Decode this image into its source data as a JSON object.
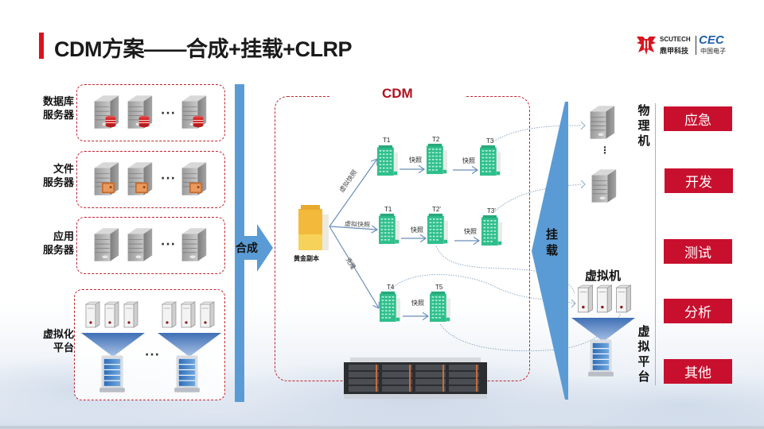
{
  "title": "CDM方案——合成+挂载+CLRP",
  "logo": {
    "brand_en": "SCUTECH",
    "brand_cn": "鼎甲科技",
    "partner_en": "CEC",
    "partner_cn": "中国电子"
  },
  "sources": {
    "groups": [
      {
        "label_line1": "数据库",
        "label_line2": "服务器",
        "icon": "database-server-icon",
        "ellipsis": "···"
      },
      {
        "label_line1": "文件",
        "label_line2": "服务器",
        "icon": "file-server-icon",
        "ellipsis": "···"
      },
      {
        "label_line1": "应用",
        "label_line2": "服务器",
        "icon": "application-server-icon",
        "ellipsis": "···"
      },
      {
        "label_line1": "虚拟化",
        "label_line2": "平台",
        "icon": "virtualization-host-icon",
        "ellipsis": "···"
      }
    ]
  },
  "synthesis": {
    "label": "合成"
  },
  "cdm": {
    "title": "CDM",
    "golden_copy_label": "黄金副本",
    "branches": [
      {
        "edge_label": "虚拟快照",
        "nodes": [
          "T1",
          "T2",
          "T3"
        ],
        "snap_labels": [
          "快照",
          "快照"
        ]
      },
      {
        "edge_label": "虚拟快照",
        "nodes": [
          "T1",
          "T2'",
          "T3'"
        ],
        "snap_labels": [
          "快照",
          "快照"
        ]
      },
      {
        "edge_label": "克隆",
        "nodes": [
          "T4",
          "T5"
        ],
        "snap_labels": [
          "快照"
        ]
      }
    ],
    "appliance_icon": "storage-appliance-icon"
  },
  "mount": {
    "label_line1": "挂",
    "label_line2": "载",
    "physical_label": [
      "物",
      "理",
      "机"
    ],
    "vm_label": "虚拟机",
    "virtual_platform_label": [
      "虚",
      "拟",
      "平",
      "台"
    ],
    "ellipsis": "⋮"
  },
  "use_cases": [
    {
      "label": "应急"
    },
    {
      "label": "开发"
    },
    {
      "label": "测试"
    },
    {
      "label": "分析"
    },
    {
      "label": "其他"
    }
  ],
  "colors": {
    "accent_red": "#c8102e",
    "title_bar_red": "#d9121e",
    "flow_blue": "#5b9bd5",
    "snapshot_green": "#2fbf8c",
    "golden_yellow": "#f2b93b"
  }
}
